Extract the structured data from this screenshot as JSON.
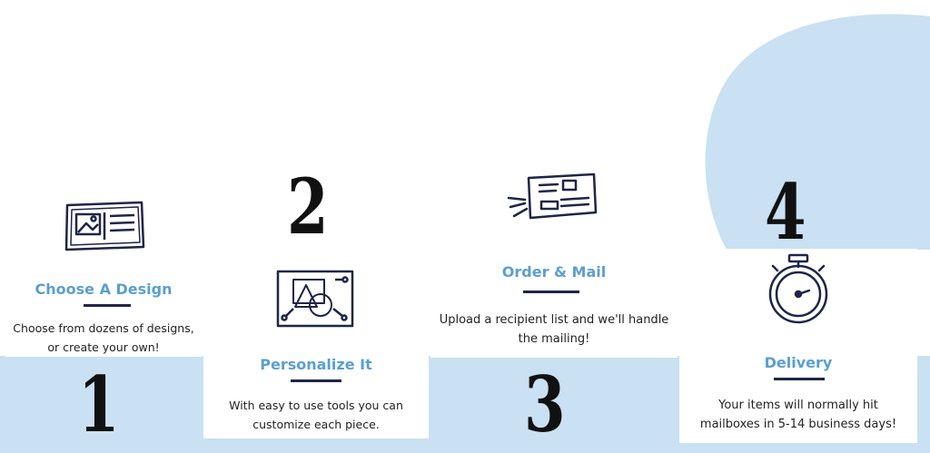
{
  "colors": {
    "accent": "#5b9fd0",
    "accent_light": "#c9e1f2",
    "navy": "#1e2547"
  },
  "steps": [
    {
      "number": "1",
      "title": "Choose A Design",
      "description": "Choose from dozens of designs, or create your own!",
      "icon": "postcard-icon"
    },
    {
      "number": "2",
      "title": "Personalize It",
      "description": "With easy to use tools you can customize each piece.",
      "icon": "design-canvas-icon"
    },
    {
      "number": "3",
      "title": "Order & Mail",
      "description": "Upload a recipient list and we'll handle the mailing!",
      "icon": "flying-envelope-icon"
    },
    {
      "number": "4",
      "title": "Delivery",
      "description": "Your items will normally hit mailboxes in 5-14 business days!",
      "icon": "stopwatch-icon"
    }
  ]
}
